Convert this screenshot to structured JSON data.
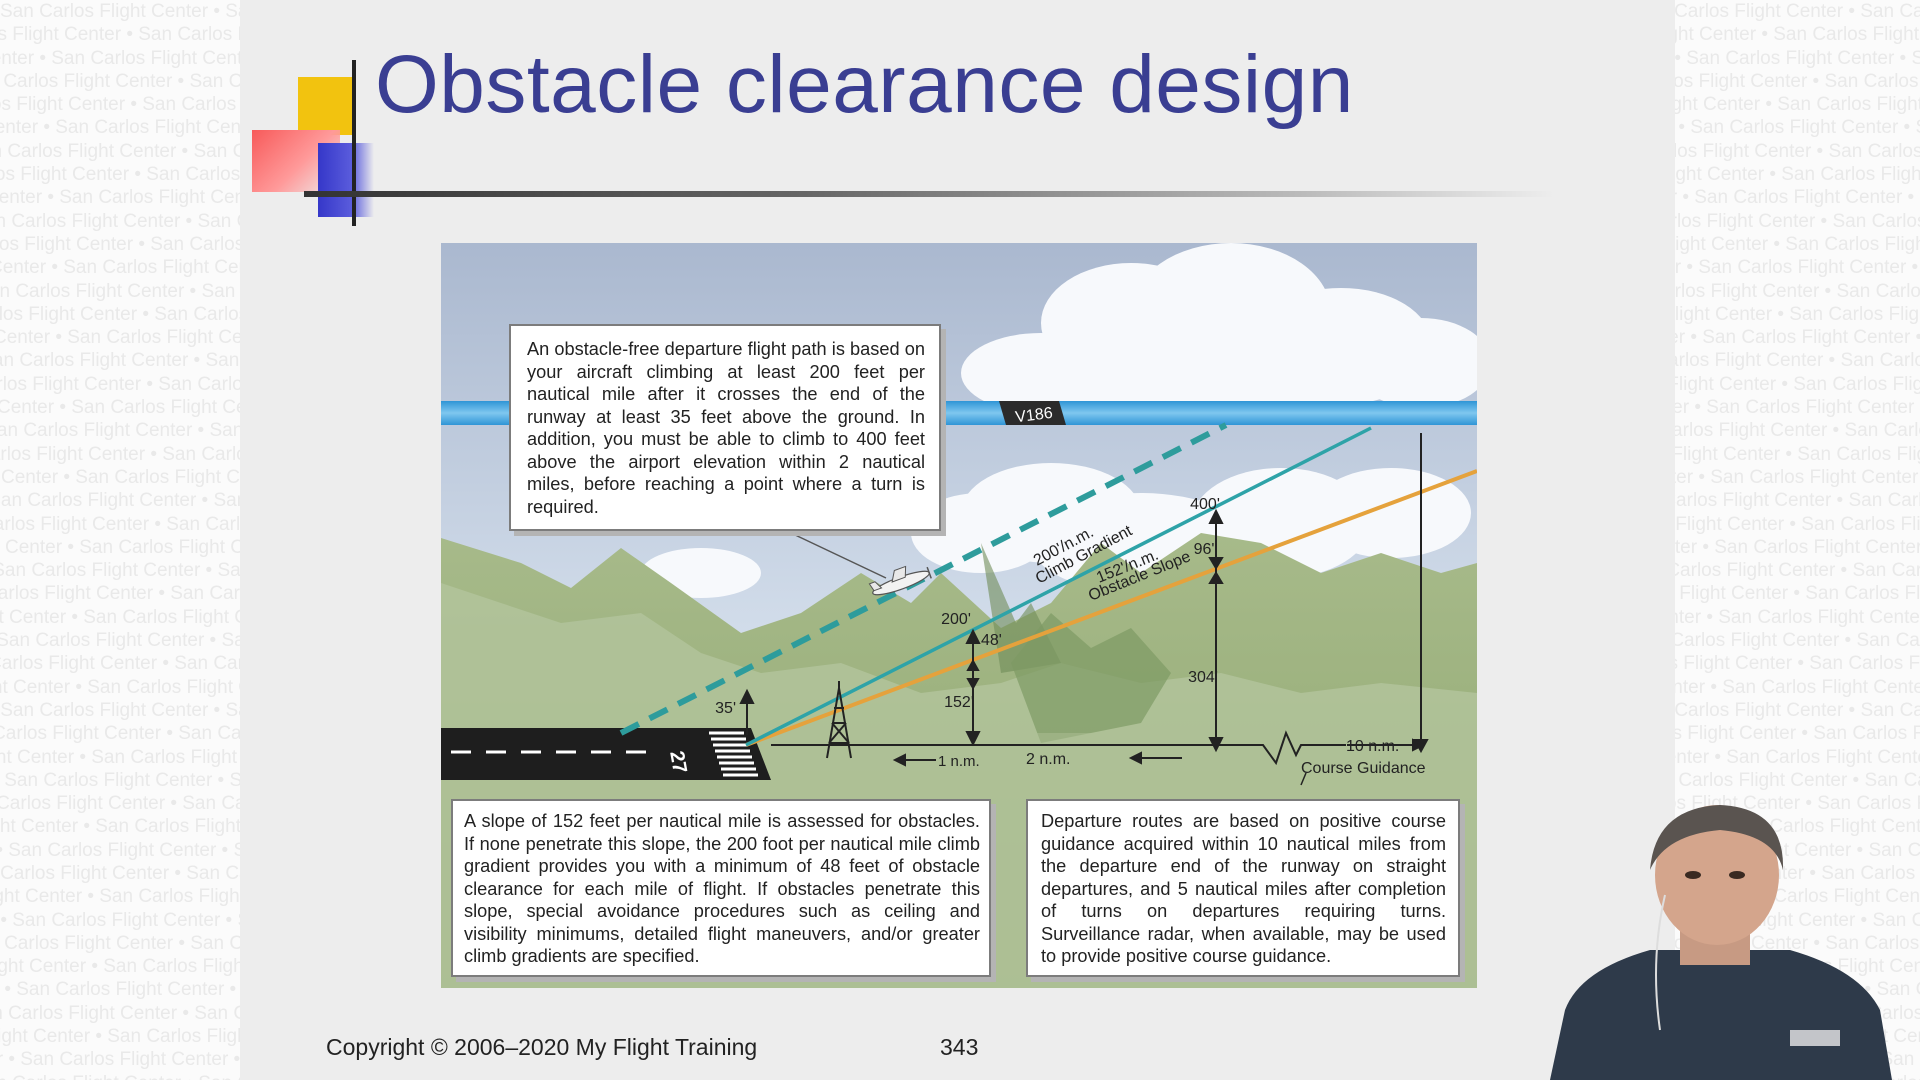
{
  "watermark": {
    "text": "San Carlos Flight Center",
    "separator": "•",
    "color": "#e9e9e9"
  },
  "slide": {
    "title": "Obstacle clearance design",
    "title_color": "#3a3e92"
  },
  "figure": {
    "callout_top": "An obstacle-free departure flight path is based on your aircraft climbing at least 200 feet per nautical mile after it crosses the end of the runway at least 35 feet above the ground. In addition, you must be able to climb to 400 feet above the airport elevation within 2 nautical miles, before reaching a point where a turn is required.",
    "callout_bottom_left": "A slope of 152 feet per nautical mile is assessed for obstacles. If none penetrate this slope, the 200 foot per nautical mile climb gradient provides you with a minimum of 48 feet of obstacle clearance for each mile of flight. If obstacles penetrate this slope, special avoidance procedures such as ceiling and visibility minimums, detailed flight maneuvers, and/or greater climb gradients are specified.",
    "callout_bottom_right": "Departure routes are based on positive course guidance acquired within 10 nautical miles from the departure end of the runway on straight departures, and 5 nautical miles after completion of turns on departures requiring turns. Surveillance radar, when available, may be used to provide positive course guidance.",
    "airway_label": "V186",
    "runway_number": "27",
    "labels": {
      "climb_gradient_rate": "200'/n.m.",
      "climb_gradient": "Climb Gradient",
      "obstacle_slope_rate": "152'/n.m.",
      "obstacle_slope": "Obstacle Slope",
      "h_35": "35'",
      "h_200": "200'",
      "h_48": "48'",
      "h_152": "152'",
      "h_400": "400'",
      "h_96": "96'",
      "h_304": "304'",
      "d_1nm": "1 n.m.",
      "d_2nm": "2 n.m.",
      "d_10nm": "10 n.m.",
      "course_guidance": "Course Guidance"
    },
    "colors": {
      "climb_gradient_line": "#2e9c9c",
      "obstacle_slope_line": "#e5a23c",
      "airway_band": "#4aaee3"
    }
  },
  "footer": {
    "copyright": "Copyright © 2006–2020 My Flight Training",
    "page_number": "343"
  }
}
